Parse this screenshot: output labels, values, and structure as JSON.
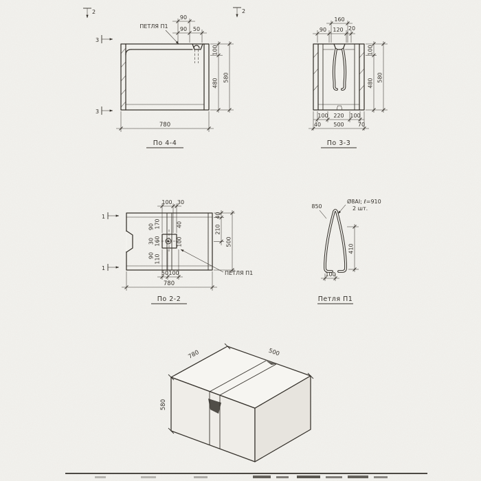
{
  "drawing": {
    "bg": "#f3f2ee",
    "ink": "#35312b",
    "s44": {
      "title": "По 4-4",
      "loop_label": "ПЕТЛЯ П1",
      "marker_top_left": "2",
      "marker_top_right": "2",
      "marker_side_top": "3",
      "marker_side_bottom": "3",
      "dim_top": "90",
      "dim_top_chain": [
        "90",
        "50"
      ],
      "dim_right_chain": [
        "100",
        "480"
      ],
      "dim_right_overall": "580",
      "dim_bottom_overall": "780"
    },
    "s33": {
      "title": "По 3-3",
      "dim_top_overall": "160",
      "dim_top_chain": [
        "90",
        "120",
        "20"
      ],
      "dim_right_chain": [
        "100",
        "480"
      ],
      "dim_right_overall": "580",
      "dim_bottom_chain": [
        "100",
        "220",
        "100"
      ],
      "dim_bottom_row": [
        "40",
        "500",
        "70"
      ]
    },
    "s22": {
      "title": "По 2-2",
      "loop_label": "ПЕТЛЯ П1",
      "marker_side_top": "1",
      "marker_side_bottom": "1",
      "dim_top_chain": [
        "100",
        "30"
      ],
      "dim_inner_col1": [
        "170",
        "160",
        "110"
      ],
      "dim_inner_col2": [
        "90",
        "30",
        "90"
      ],
      "dim_inner_right": [
        "40",
        "100"
      ],
      "dim_right_chain": [
        "40",
        "210"
      ],
      "dim_right_overall": "500",
      "dim_bottom_chain": [
        "50",
        "100"
      ],
      "dim_bottom_overall": "780"
    },
    "loop_detail": {
      "title": "Петля П1",
      "note_spec": "Ø8АI; ℓ=910",
      "note_qty": "2 шт.",
      "dim_length": "850",
      "dim_height": "410",
      "dim_base": "100"
    },
    "iso": {
      "dim_width": "780",
      "dim_depth": "500",
      "dim_height": "580"
    }
  }
}
